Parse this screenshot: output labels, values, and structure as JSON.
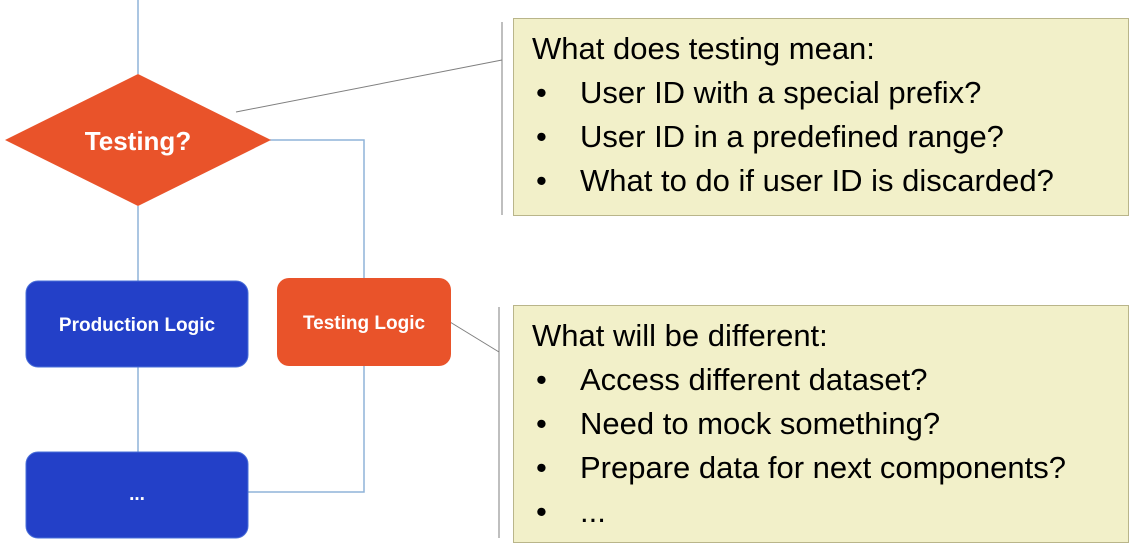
{
  "flowchart": {
    "decision_label": "Testing?",
    "production_label": "Production Logic",
    "testing_label": "Testing Logic",
    "next_label": "..."
  },
  "callout_top": {
    "title": "What does testing mean:",
    "items": [
      "User ID with a special prefix?",
      "User ID in a predefined range?",
      "What to do if user ID is discarded?"
    ]
  },
  "callout_bottom": {
    "title": "What will be different:",
    "items": [
      "Access different dataset?",
      "Need to mock something?",
      "Prepare data for next components?",
      "..."
    ]
  },
  "bullet": "•",
  "colors": {
    "decision_fill": "#e9532a",
    "production_fill": "#2340c8",
    "testing_fill": "#e9532a",
    "connector": "#8fb3d9",
    "callout_fill": "#f2f0c9"
  }
}
